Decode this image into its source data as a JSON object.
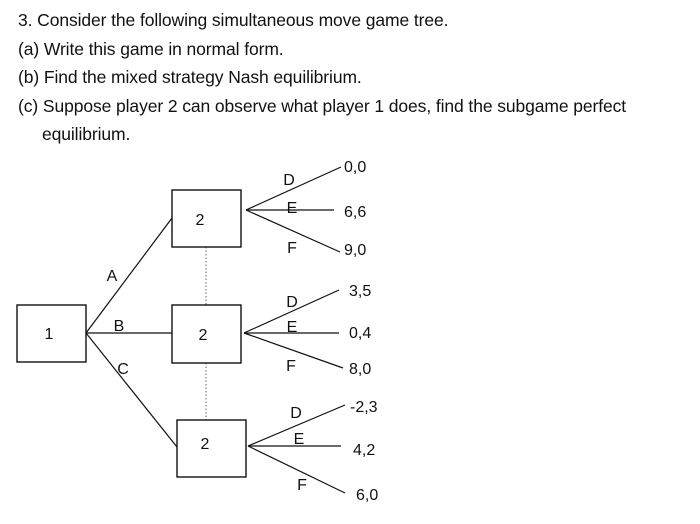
{
  "question": {
    "title": "3.  Consider the following simultaneous move game tree.",
    "part_a": "(a) Write this game in normal form.",
    "part_b": "(b) Find the mixed strategy Nash equilibrium.",
    "part_c_line1": "(c) Suppose player 2 can observe what player 1 does, find the subgame perfect",
    "part_c_line2": "equilibrium."
  },
  "tree": {
    "root_player": "1",
    "root_actions": [
      "A",
      "B",
      "C"
    ],
    "nodes": [
      {
        "player": "2",
        "actions": [
          "D",
          "E",
          "F"
        ],
        "payoffs": [
          "0,0",
          "6,6",
          "9,0"
        ]
      },
      {
        "player": "2",
        "actions": [
          "D",
          "E",
          "F"
        ],
        "payoffs": [
          "3,5",
          "0,4",
          "8,0"
        ]
      },
      {
        "player": "2",
        "actions": [
          "D",
          "E",
          "F"
        ],
        "payoffs": [
          "-2,3",
          "4,2",
          "6,0"
        ]
      }
    ]
  }
}
